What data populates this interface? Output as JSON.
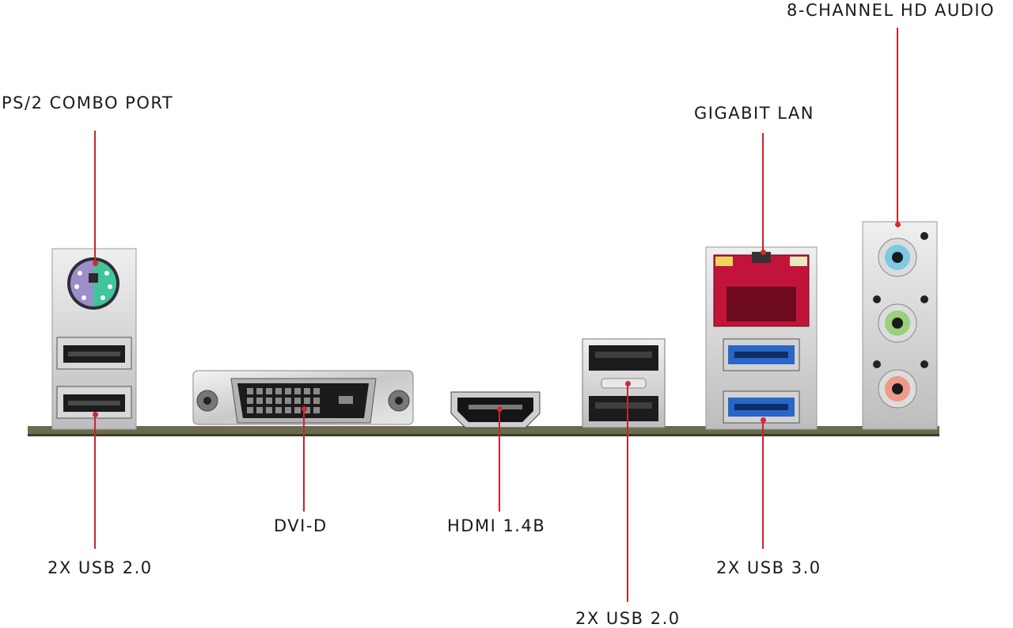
{
  "labels": {
    "ps2": "PS/2 COMBO PORT",
    "usb2_left": "2X USB 2.0",
    "dvi": "DVI-D",
    "hdmi": "HDMI 1.4B",
    "usb2_center": "2X USB 2.0",
    "lan": "GIGABIT LAN",
    "usb3": "2X USB 3.0",
    "audio": "8-CHANNEL HD AUDIO"
  },
  "colors": {
    "leader_line": "#c8252a",
    "pcb": "#6b6a4e",
    "ps2_mouse": "#41c49a",
    "ps2_keyboard": "#9d8ec9",
    "lan_jack": "#c2143a",
    "usb3": "#2a66c8",
    "audio_blue": "#7ec8e3",
    "audio_green": "#9ccf7c",
    "audio_pink": "#ee9a8a"
  }
}
